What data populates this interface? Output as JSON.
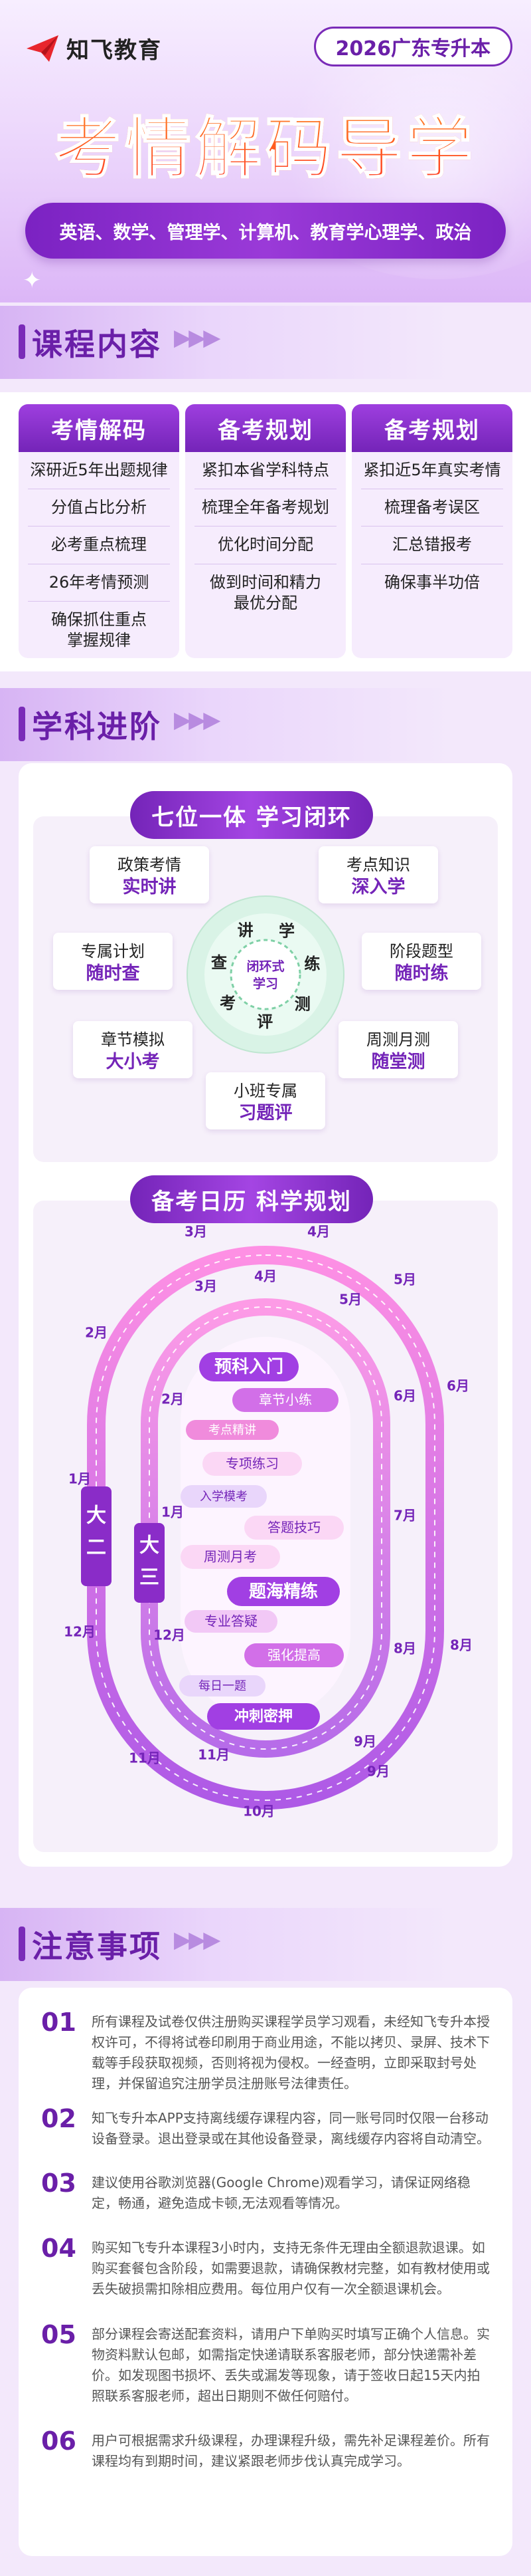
{
  "header": {
    "brand_name": "知飞教育",
    "badge": "2026广东专升本",
    "title": "考情解码导学",
    "subjects": "英语、数学、管理学、计算机、教育学心理学、政治"
  },
  "course": {
    "section_title": "课程内容",
    "columns": [
      {
        "title": "考情解码",
        "items": [
          "深研近5年出题规律",
          "分值占比分析",
          "必考重点梳理",
          "26年考情预测",
          "确保抓住重点\n掌握规律"
        ]
      },
      {
        "title": "备考规划",
        "items": [
          "紧扣本省学科特点",
          "梳理全年备考规划",
          "优化时间分配",
          "做到时间和精力\n最优分配"
        ]
      },
      {
        "title": "备考规划",
        "items": [
          "紧扣近5年真实考情",
          "梳理备考误区",
          "汇总错报考",
          "确保事半功倍"
        ]
      }
    ]
  },
  "progress": {
    "section_title": "学科进阶",
    "loop": {
      "title": "七位一体  学习闭环",
      "center": "闭环式\n学习",
      "ring_chars": [
        "讲",
        "学",
        "练",
        "测",
        "评",
        "考",
        "查"
      ],
      "cards": [
        {
          "line1": "政策考情",
          "line2": "实时讲"
        },
        {
          "line1": "考点知识",
          "line2": "深入学"
        },
        {
          "line1": "阶段题型",
          "line2": "随时练"
        },
        {
          "line1": "周测月测",
          "line2": "随堂测"
        },
        {
          "line1": "小班专属",
          "line2": "习题评"
        },
        {
          "line1": "章节模拟",
          "line2": "大小考"
        },
        {
          "line1": "专属计划",
          "line2": "随时查"
        }
      ]
    },
    "calendar": {
      "title": "备考日历  科学规划",
      "outer_label": "大二",
      "inner_label": "大三",
      "outer_months": [
        "3月",
        "4月",
        "5月",
        "6月",
        "8月",
        "9月",
        "10月",
        "11月",
        "12月",
        "1月",
        "2月"
      ],
      "inner_months": [
        "3月",
        "4月",
        "5月",
        "6月",
        "7月",
        "8月",
        "9月",
        "11月",
        "12月",
        "1月",
        "2月"
      ],
      "stages": [
        "预科入门",
        "章节小练",
        "考点精讲",
        "专项练习",
        "入学模考",
        "答题技巧",
        "周测月考",
        "题海精练",
        "专业答疑",
        "强化提高",
        "每日一题",
        "冲刺密押"
      ]
    }
  },
  "notes": {
    "section_title": "注意事项",
    "items": [
      {
        "num": "01",
        "text": "所有课程及试卷仅供注册购买课程学员学习观看，未经知飞专升本授权许可，不得将试卷印刷用于商业用途，不能以拷贝、录屏、技术下载等手段获取视频，否则将视为侵权。一经查明，立即采取封号处理，并保留追究注册学员注册账号法律责任。"
      },
      {
        "num": "02",
        "text": "知飞专升本APP支持离线缓存课程内容，同一账号同时仅限一台移动设备登录。退出登录或在其他设备登录，离线缓存内容将自动清空。"
      },
      {
        "num": "03",
        "text": "建议使用谷歌浏览器(Google Chrome)观看学习，请保证网络稳定，畅通，避免造成卡顿,无法观看等情况。"
      },
      {
        "num": "04",
        "text": "购买知飞专升本课程3小时内，支持无条件无理由全额退款退课。如购买套餐包含阶段，如需要退款，请确保教材完整，如有教材使用或丢失破损需扣除相应费用。每位用户仅有一次全额退课机会。"
      },
      {
        "num": "05",
        "text": "部分课程会寄送配套资料，请用户下单购买时填写正确个人信息。实物资料默认包邮，如需指定快递请联系客服老师，部分快递需补差价。如发现图书损坏、丢失或漏发等现象，请于签收日起15天内拍照联系客服老师，超出日期则不做任何赔付。"
      },
      {
        "num": "06",
        "text": "用户可根据需求升级课程，办理课程升级，需先补足课程差价。所有课程均有到期时间，建议紧跟老师步伐认真完成学习。"
      }
    ]
  }
}
